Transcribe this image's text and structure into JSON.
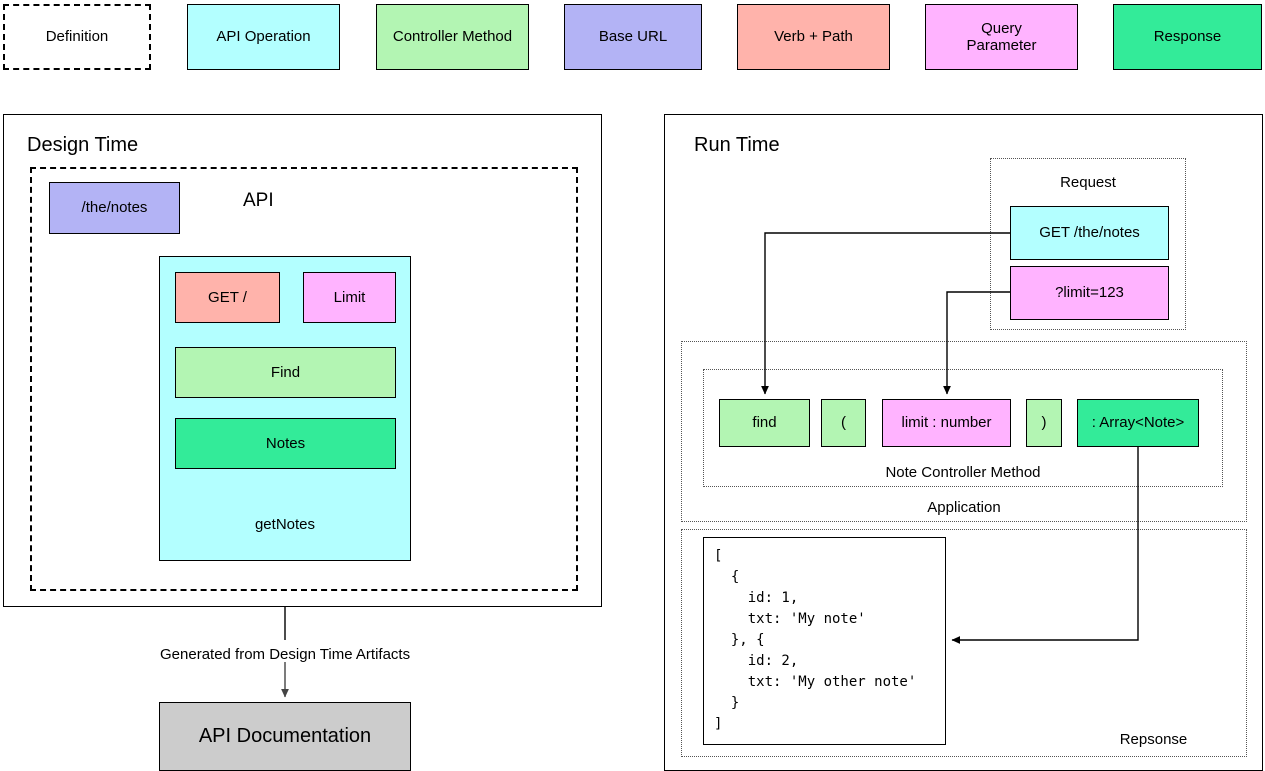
{
  "legend": {
    "items": [
      {
        "label": "Definition",
        "color": "#ffffff",
        "style": "dashed"
      },
      {
        "label": "API Operation",
        "color": "#b3ffff",
        "style": "solid"
      },
      {
        "label": "Controller Method",
        "color": "#b3f5b3",
        "style": "solid"
      },
      {
        "label": "Base URL",
        "color": "#b3b3f5",
        "style": "solid"
      },
      {
        "label": "Verb + Path",
        "color": "#ffb3ab",
        "style": "solid"
      },
      {
        "label": "Query\nParameter",
        "color": "#ffb3ff",
        "style": "solid"
      },
      {
        "label": "Response",
        "color": "#33eb99",
        "style": "solid"
      }
    ]
  },
  "design_time": {
    "title": "Design Time",
    "api_label": "API",
    "base_url": "/the/notes",
    "operation": {
      "name_label": "getNotes",
      "verb_path": "GET /",
      "query_param": "Limit",
      "controller_method": "Find",
      "response": "Notes"
    },
    "arrow_label": "Generated from Design Time Artifacts",
    "documentation": "API Documentation"
  },
  "run_time": {
    "title": "Run Time",
    "request": {
      "label": "Request",
      "verb_path": "GET /the/notes",
      "query_param": "?limit=123"
    },
    "application": {
      "label": "Application",
      "controller": {
        "label": "Note Controller Method",
        "tokens": [
          {
            "text": "find",
            "color": "#b3f5b3"
          },
          {
            "text": "(",
            "color": "#b3f5b3"
          },
          {
            "text": "limit : number",
            "color": "#ffb3ff"
          },
          {
            "text": ")",
            "color": "#b3f5b3"
          },
          {
            "text": ": Array<Note>",
            "color": "#33eb99"
          }
        ]
      }
    },
    "response": {
      "label": "Repsonse",
      "body": "[\n  {\n    id: 1,\n    txt: 'My note'\n  }, {\n    id: 2,\n    txt: 'My other note'\n  }\n]"
    }
  },
  "colors": {
    "cyan": "#b3ffff",
    "green_light": "#b3f5b3",
    "green_strong": "#33eb99",
    "purple": "#b3b3f5",
    "salmon": "#ffb3ab",
    "magenta": "#ffb3ff",
    "gray": "#cccccc",
    "stroke": "#000000"
  }
}
